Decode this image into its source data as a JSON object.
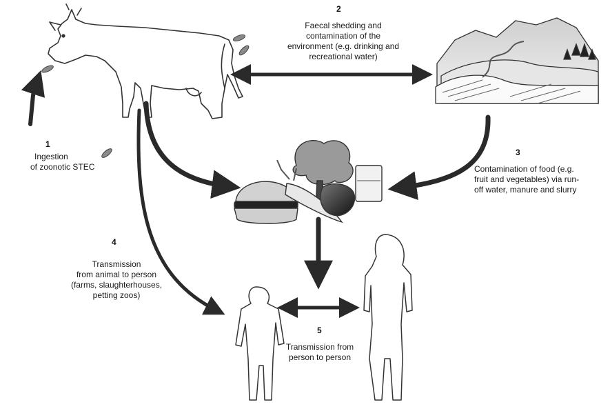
{
  "steps": [
    {
      "number": "1",
      "text_lines": [
        "Ingestion",
        "of zoonotic STEC"
      ]
    },
    {
      "number": "2",
      "text_lines": [
        "Faecal shedding and",
        "contamination of the",
        "environment (e.g. drinking and",
        "recreational water)"
      ]
    },
    {
      "number": "3",
      "text_lines": [
        "Contamination of food (e.g.",
        "fruit and vegetables) via run-",
        "off water, manure and slurry"
      ]
    },
    {
      "number": "4",
      "text_lines": [
        "Transmission",
        "from animal to person",
        "(farms, slaughterhouses,",
        "petting zoos)"
      ]
    },
    {
      "number": "5",
      "text_lines": [
        "Transmission from",
        "person to person"
      ]
    }
  ],
  "icons": [
    "cow-icon",
    "landscape-icon",
    "food-icon",
    "child-icon",
    "adult-icon",
    "bacteria-icon"
  ]
}
